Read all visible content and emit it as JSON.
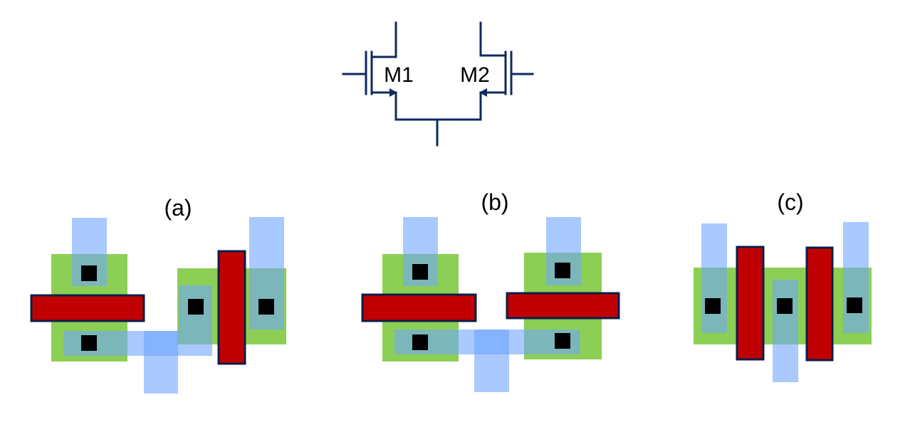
{
  "schematic": {
    "m1_label": "M1",
    "m2_label": "M2",
    "wire_color": "#0e2a5e"
  },
  "layouts": {
    "a": {
      "label": "(a)"
    },
    "b": {
      "label": "(b)"
    },
    "c": {
      "label": "(c)"
    }
  },
  "colors": {
    "poly": "#c00000",
    "diffusion": "#7dc83c",
    "metal": "#6fa5ff",
    "contact": "#1a3a80"
  }
}
